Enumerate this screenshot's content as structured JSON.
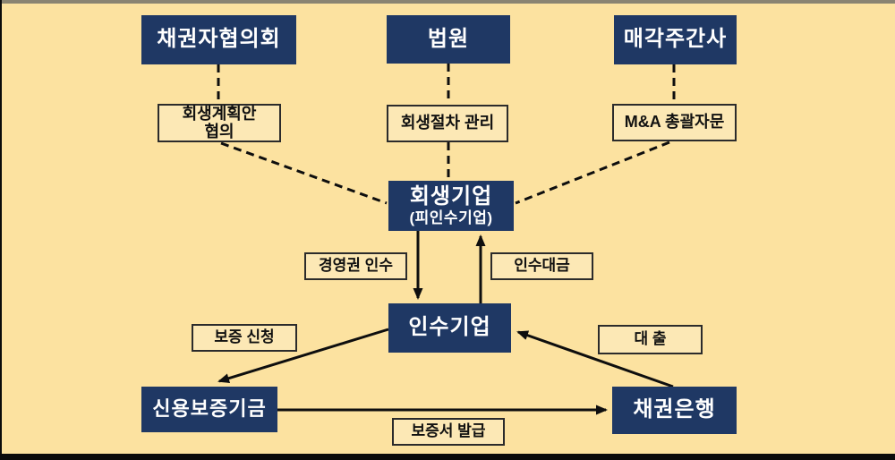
{
  "colors": {
    "canvas_bg": "#FCE2A0",
    "node_fill": "#1F3864",
    "node_text": "#FFFFFF",
    "label_border": "#2B2B2B",
    "label_text": "#111111",
    "line_color": "#0E0E0E",
    "frame_color": "#0B0B0B",
    "frame_top_color": "#8A8472"
  },
  "nodes": {
    "creditors_council": "채권자협의회",
    "court": "법원",
    "sale_manager": "매각주간사",
    "rehab_company_line1": "회생기업",
    "rehab_company_line2": "(피인수기업)",
    "acquirer": "인수기업",
    "credit_guarantee_fund": "신용보증기금",
    "creditor_bank": "채권은행"
  },
  "labels": {
    "plan_consultation_line1": "회생계획안",
    "plan_consultation_line2": "협의",
    "procedure_management": "회생절차 관리",
    "ma_advisory": "M&A 총괄자문",
    "management_acquisition": "경영권 인수",
    "acquisition_payment": "인수대금",
    "guarantee_application": "보증 신청",
    "loan": "대 출",
    "guarantee_issuance": "보증서 발급"
  }
}
